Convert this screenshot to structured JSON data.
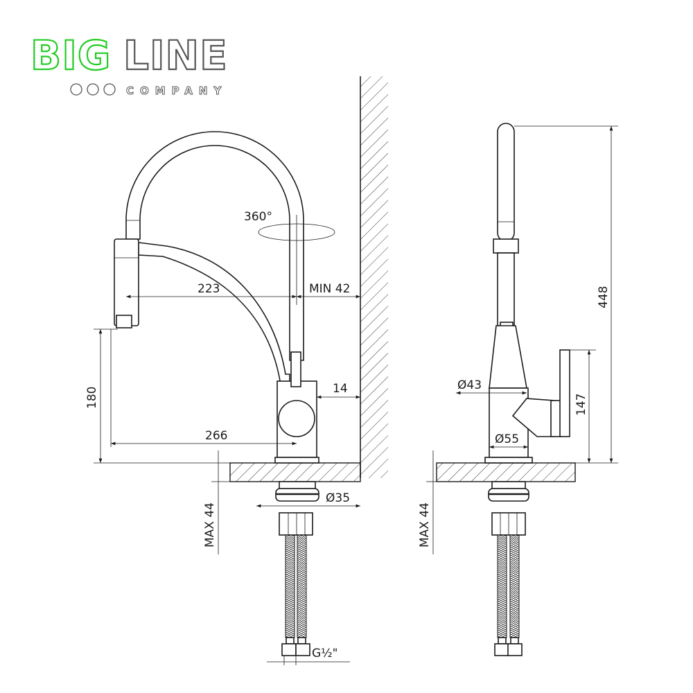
{
  "logo": {
    "brand_left": "BIG",
    "brand_right": "LINE",
    "subtitle": "COMPANY",
    "colors": {
      "green": "#22cc22",
      "gray": "#555555"
    }
  },
  "left_view": {
    "rotation": "360°",
    "dim_reach": "223",
    "dim_wall_min": "MIN 42",
    "dim_wall_base": "14",
    "dim_total_reach": "266",
    "dim_spout_height": "180",
    "dim_counter_max": "MAX 44",
    "dim_hole": "Ø35",
    "dim_thread": "G½\""
  },
  "right_view": {
    "dim_total_height": "448",
    "dim_lever_height": "147",
    "dim_body": "Ø43",
    "dim_base": "Ø55",
    "dim_counter_max": "MAX 44"
  }
}
